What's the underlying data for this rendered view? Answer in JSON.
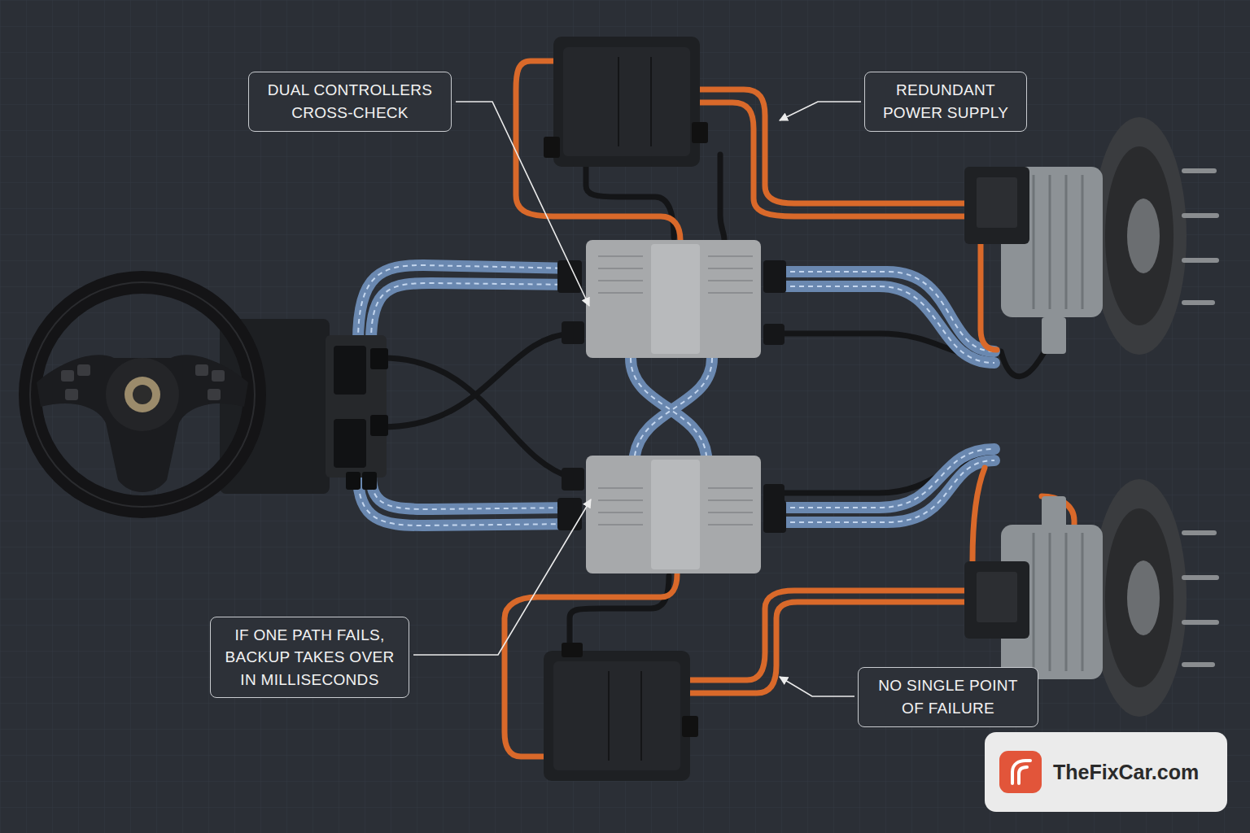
{
  "diagram": {
    "nodes": [
      {
        "text": [
          "DUAL CONTROLLERS CROSS-CHECK"
        ]
      },
      {
        "text": [
          "REDUNDANT POWER SUPPLY"
        ]
      },
      {
        "text": [
          "IF ONE PATH FAILS, BACKUP TAKES OVER IN MILLISECONDS"
        ]
      },
      {
        "text": [
          "NO SINGLE POINT OF FAILURE"
        ]
      },
      {
        "text": [
          "TheFixCar.com"
        ]
      }
    ]
  }
}
